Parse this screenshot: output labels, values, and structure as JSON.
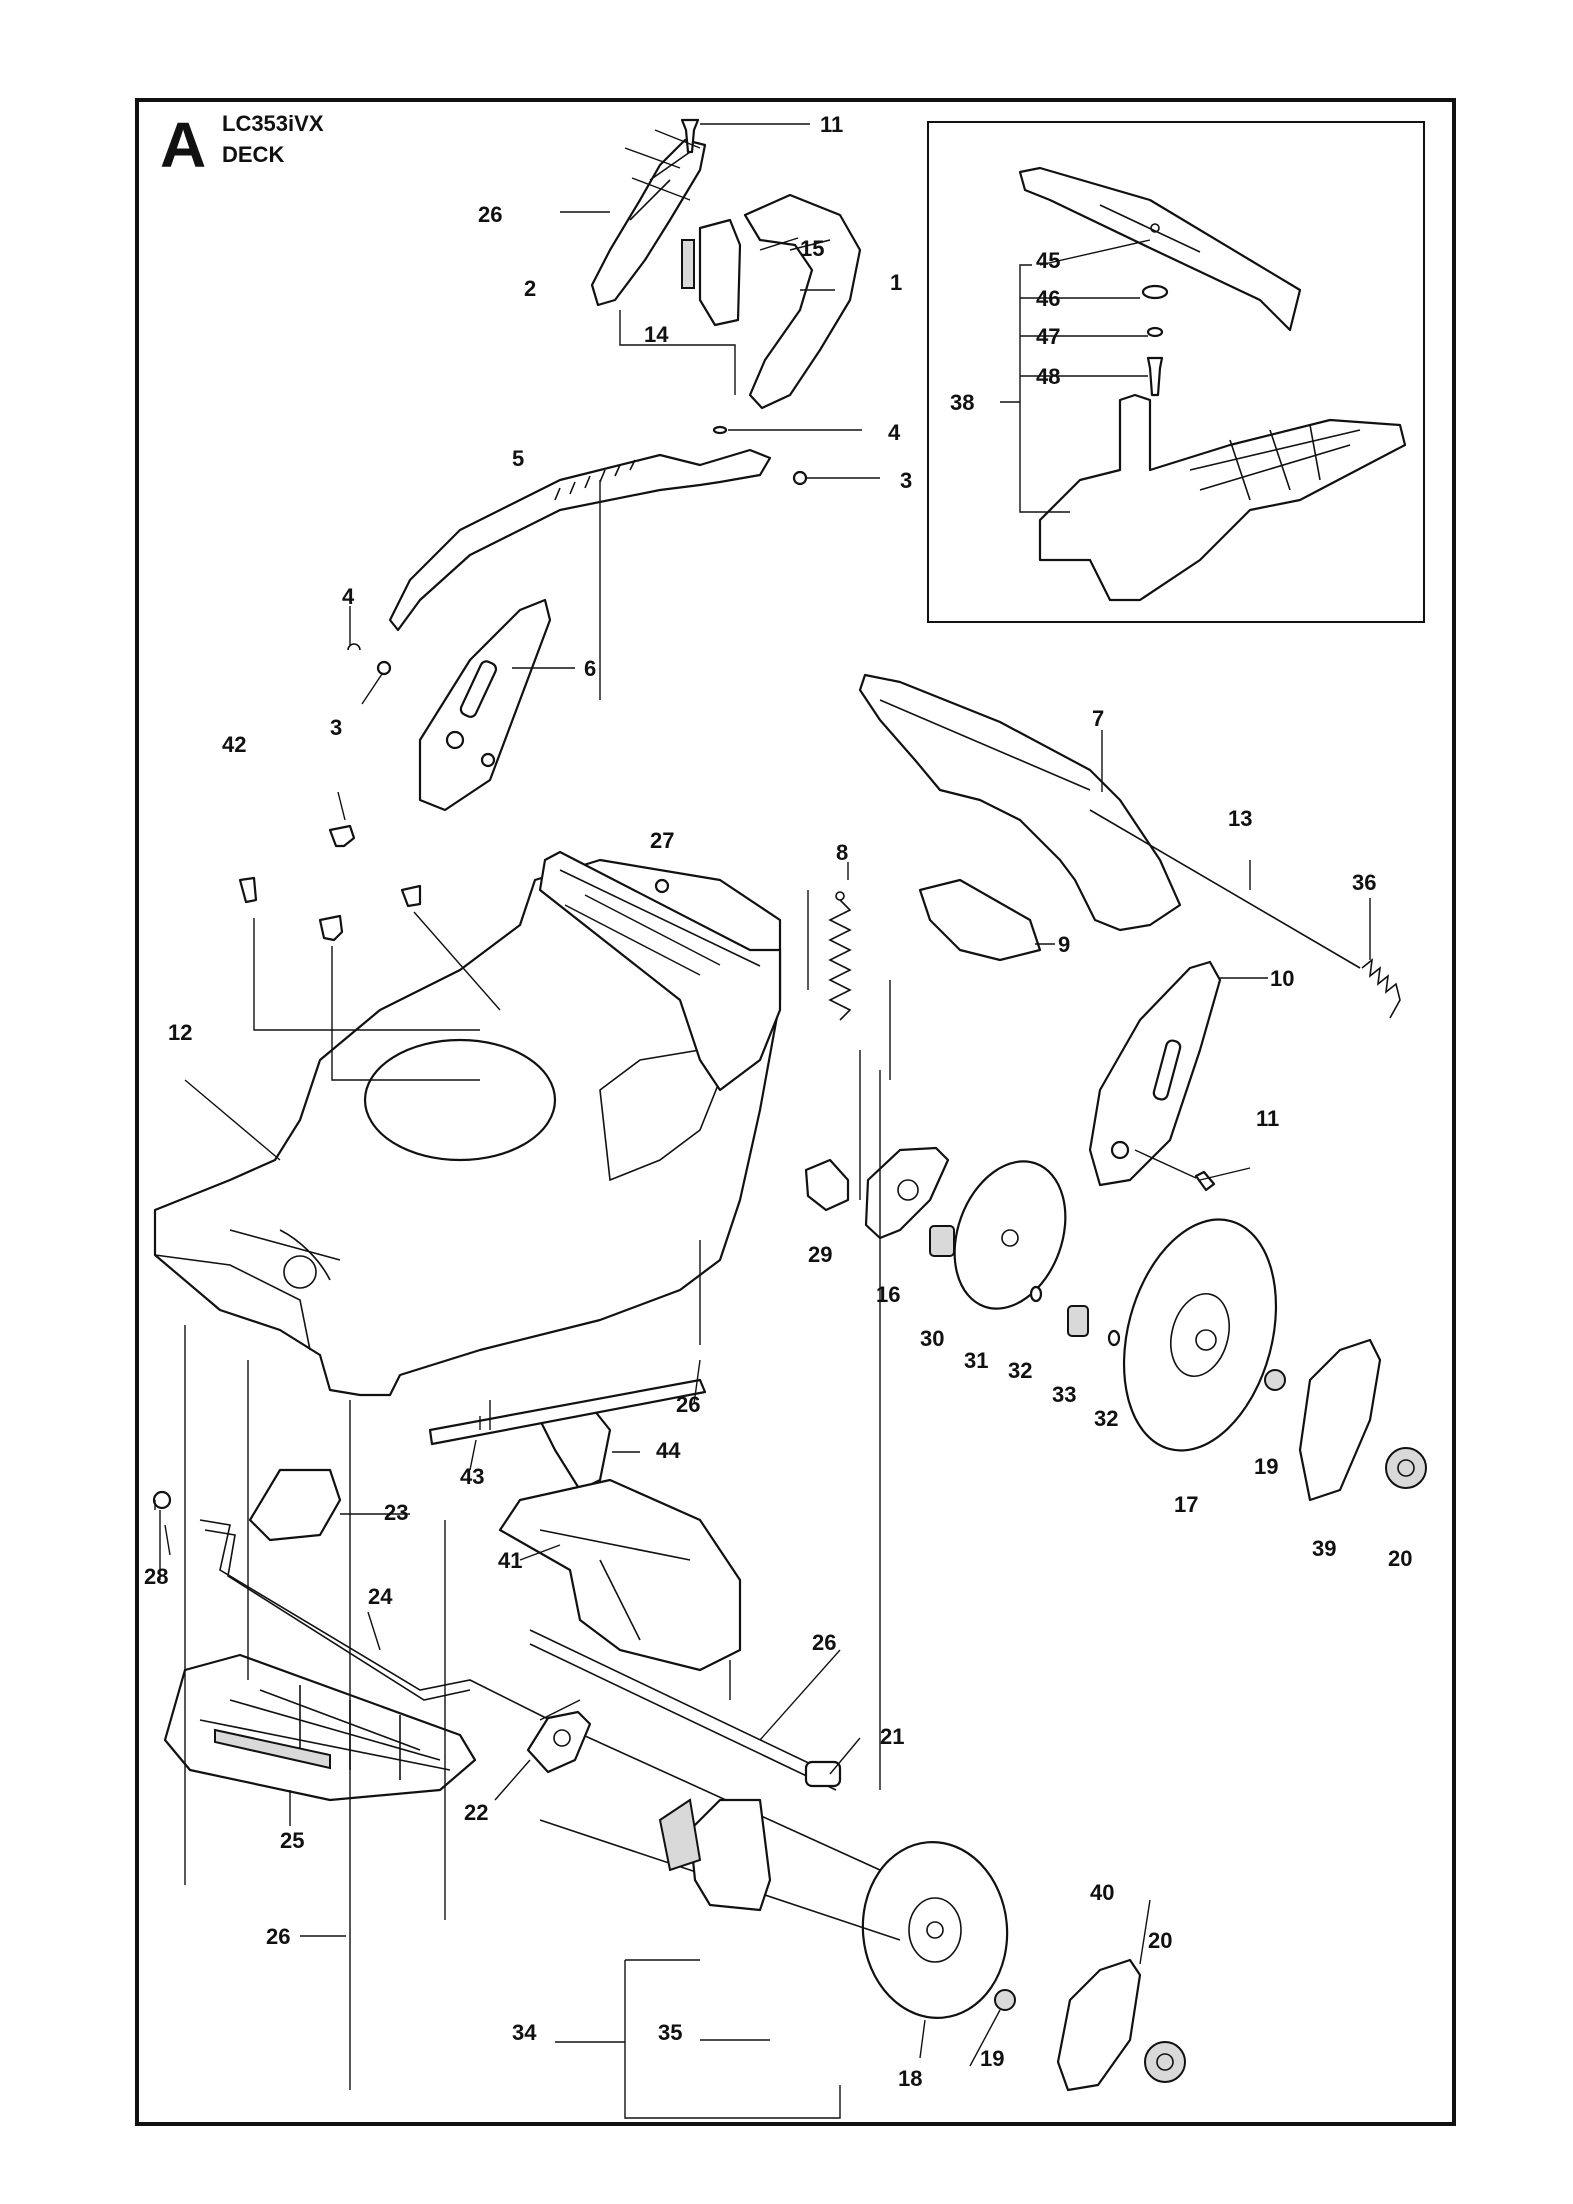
{
  "header": {
    "section_letter": "A",
    "model": "LC353iVX",
    "section_title": "DECK"
  },
  "callouts": {
    "c1": "1",
    "c2": "2",
    "c3a": "3",
    "c3b": "3",
    "c4a": "4",
    "c4b": "4",
    "c5": "5",
    "c6": "6",
    "c7": "7",
    "c8": "8",
    "c9": "9",
    "c10": "10",
    "c11a": "11",
    "c11b": "11",
    "c12": "12",
    "c13": "13",
    "c14": "14",
    "c15": "15",
    "c16": "16",
    "c17": "17",
    "c18": "18",
    "c19a": "19",
    "c19b": "19",
    "c20a": "20",
    "c20b": "20",
    "c21": "21",
    "c22": "22",
    "c23": "23",
    "c24": "24",
    "c25": "25",
    "c26a": "26",
    "c26b": "26",
    "c26c": "26",
    "c26d": "26",
    "c27": "27",
    "c28": "28",
    "c29": "29",
    "c30": "30",
    "c31": "31",
    "c32a": "32",
    "c32b": "32",
    "c33": "33",
    "c34": "34",
    "c35": "35",
    "c36": "36",
    "c38": "38",
    "c39": "39",
    "c40": "40",
    "c41": "41",
    "c42": "42",
    "c43": "43",
    "c44": "44",
    "c45": "45",
    "c46": "46",
    "c47": "47",
    "c48": "48"
  }
}
